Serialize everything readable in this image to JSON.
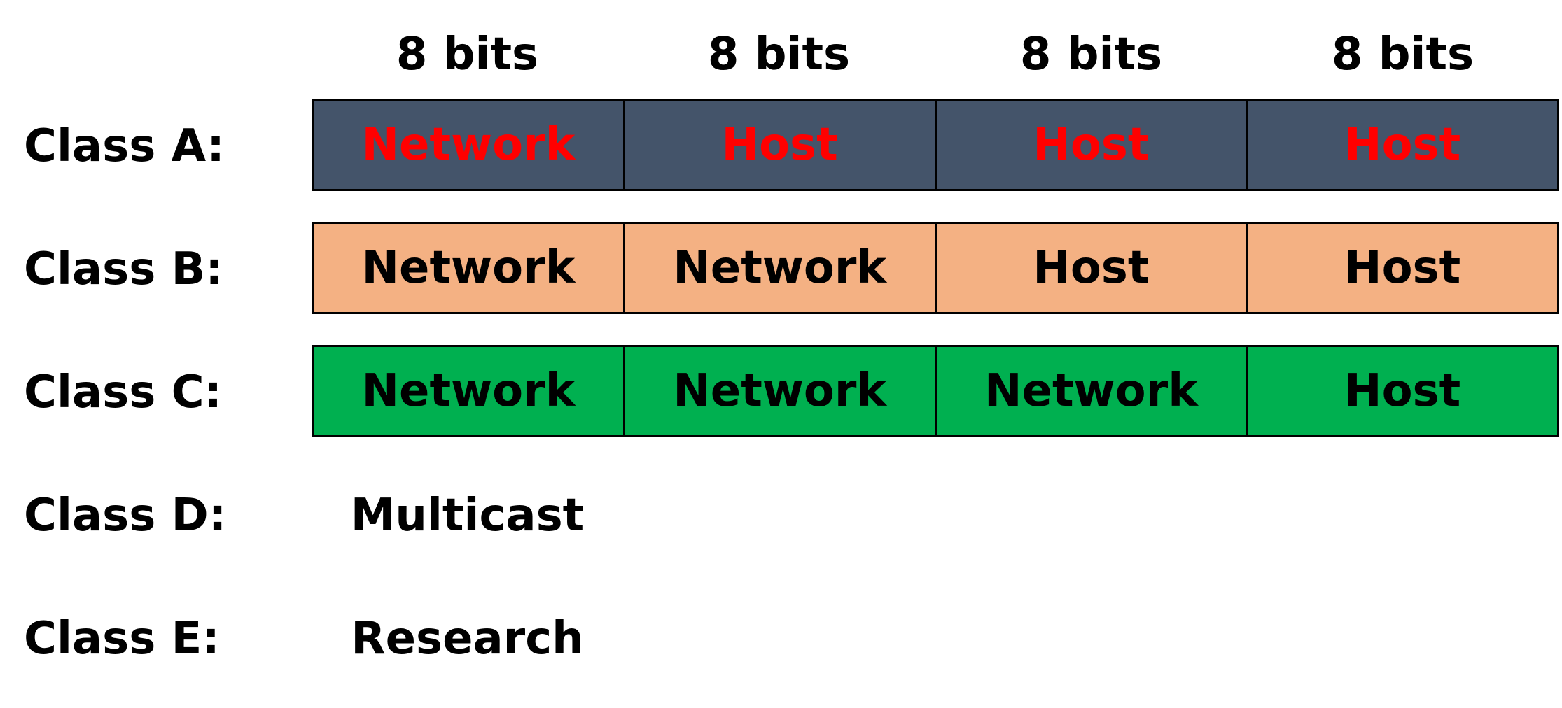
{
  "headers": [
    "8 bits",
    "8 bits",
    "8 bits",
    "8 bits"
  ],
  "classes": [
    {
      "label": "Class A:",
      "cells": [
        "Network",
        "Host",
        "Host",
        "Host"
      ],
      "fill": "#44546a",
      "text_color": "#ff0000"
    },
    {
      "label": "Class B:",
      "cells": [
        "Network",
        "Network",
        "Host",
        "Host"
      ],
      "fill": "#f4b183",
      "text_color": "#000000"
    },
    {
      "label": "Class C:",
      "cells": [
        "Network",
        "Network",
        "Network",
        "Host"
      ],
      "fill": "#00b050",
      "text_color": "#000000"
    },
    {
      "label": "Class D:",
      "text": "Multicast"
    },
    {
      "label": "Class E:",
      "text": "Research"
    }
  ]
}
